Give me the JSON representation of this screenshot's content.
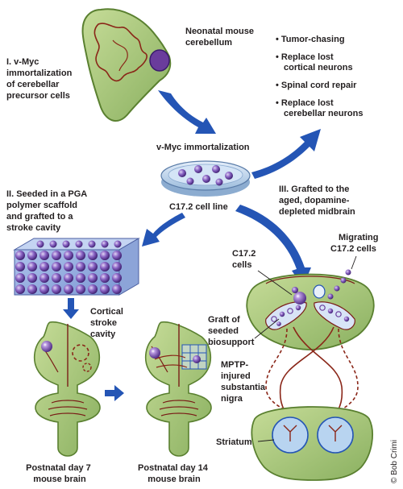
{
  "section_1": {
    "heading": [
      "I. v-Myc",
      "immortalization",
      "of cerebellar",
      "precursor cells"
    ],
    "source_label": [
      "Neonatal mouse",
      "cerebellum"
    ]
  },
  "arrow_1_label": "v-Myc immortalization",
  "cell_line_label": "C17.2 cell line",
  "applications": [
    "• Tumor-chasing",
    "• Replace lost",
    "cortical neurons",
    "• Spinal cord repair",
    "• Replace lost",
    "cerebellar neurons"
  ],
  "section_2": {
    "heading": [
      "II. Seeded in a PGA",
      "polymer scaffold",
      "and grafted to a",
      "stroke cavity"
    ],
    "stroke_label": [
      "Cortical",
      "stroke",
      "cavity"
    ],
    "graft_label": [
      "Graft of",
      "seeded",
      "biosupport"
    ],
    "brain_day7": [
      "Postnatal day 7",
      "mouse brain"
    ],
    "brain_day14": [
      "Postnatal day 14",
      "mouse brain"
    ]
  },
  "section_3": {
    "heading": [
      "III. Grafted to the",
      "aged, dopamine-",
      "depleted midbrain"
    ],
    "cells_label": [
      "C17.2",
      "cells"
    ],
    "migrating_label": [
      "Migrating",
      "C17.2 cells"
    ],
    "nigra_label": [
      "MPTP-",
      "injured",
      "substantia",
      "nigra"
    ],
    "striatum_label": "Striatum"
  },
  "credit": "© Bob Crimi",
  "colors": {
    "tissue": "#a8c878",
    "tissue_outline": "#5a8030",
    "tissue_dark": "#7a1e18",
    "cell_purple": "#6a3c9c",
    "arrow_blue": "#2455b5",
    "dish": "#b8d0ea",
    "pathway": "#8a2618",
    "striatum_blue": "#b8d4f0"
  }
}
